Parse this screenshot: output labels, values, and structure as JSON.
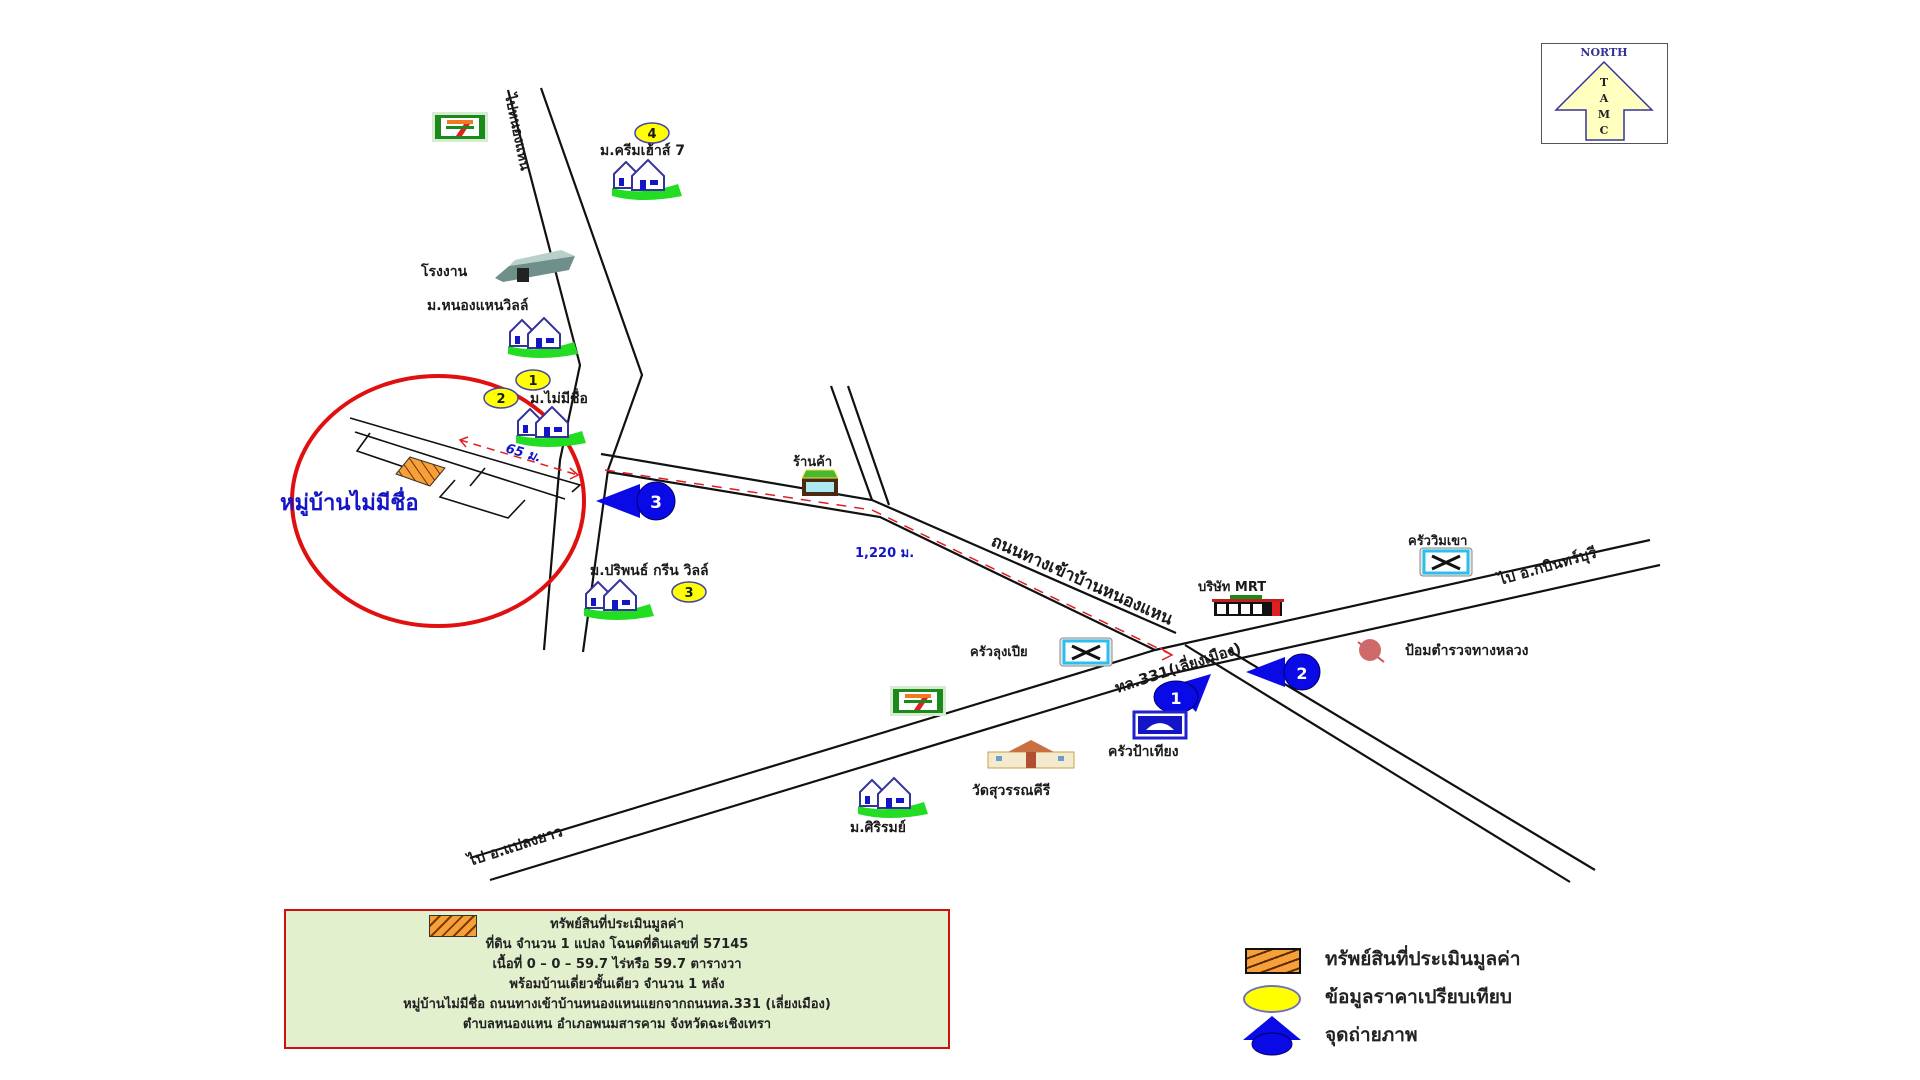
{
  "north_arrow": {
    "title": "NORTH",
    "letters": [
      "T",
      "A",
      "M",
      "C"
    ]
  },
  "roads": {
    "north_road": "ไปหนองแหน",
    "access_road": "ถนนทางเข้าบ้านหนองแหน",
    "highway": "ทล.331(เลี่ยงเมือง)",
    "to_east": "ไป อ.กบินทร์บุรี",
    "to_west": "ไป อ.แปลงยาว"
  },
  "subject": {
    "village_label": "หมู่บ้านไม่มีชื่อ",
    "distance_short": "65 ม.",
    "distance_long": "1,220 ม."
  },
  "landmarks": {
    "seven_eleven_top": "7-Eleven",
    "village_4": "ม.ครีมเฮ้าส์ 7",
    "factory": "โรงงาน",
    "village_nongnhaen": "ม.หนองแหนวิลล์",
    "village_unnamed": "ม.ไม่มีชื่อ",
    "shop": "ร้านค้า",
    "village_3": "ม.ปริพนธ์ กรีน วิลล์",
    "restaurant_rimkhao": "ครัววิมเขา",
    "company_mrt": "บริษัท MRT",
    "restaurant_lungpia": "ครัวลุงเปีย",
    "police": "ป้อมตำรวจทางหลวง",
    "seven_eleven_bottom": "7-Eleven",
    "restaurant_panteong": "ครัวป้าเทียง",
    "temple": "วัดสุวรรณคีรี",
    "village_siri": "ม.ศิริรมย์"
  },
  "comparables": [
    "1",
    "2",
    "3",
    "4"
  ],
  "photo_points": [
    "1",
    "2",
    "3"
  ],
  "info_box": {
    "title": "ทรัพย์สินที่ประเมินมูลค่า",
    "lines": [
      "ที่ดิน  จำนวน 1 แปลง โฉนดที่ดินเลขที่ 57145",
      "เนื้อที่ 0 – 0 – 59.7 ไร่หรือ 59.7  ตารางวา",
      "พร้อมบ้านเดี่ยวชั้นเดียว  จำนวน  1 หลัง",
      "หมู่บ้านไม่มีชื่อ  ถนนทางเข้าบ้านหนองแหนแยกจากถนนทล.331 (เลี่ยงเมือง)",
      "ตำบลหนองแหน อำเภอพนมสารคาม จังหวัดฉะเชิงเทรา"
    ]
  },
  "legend": [
    {
      "icon": "hatched-parcel-icon",
      "label": "ทรัพย์สินที่ประเมินมูลค่า"
    },
    {
      "icon": "yellow-ellipse-icon",
      "label": "ข้อมูลราคาเปรียบเทียบ"
    },
    {
      "icon": "blue-arrow-icon",
      "label": "จุดถ่ายภาพ"
    }
  ],
  "colors": {
    "subject_parcel": "#f7a03a",
    "comparable": "#ffff00",
    "photo_point": "#0a0ae6",
    "highlight_circle": "#e01010",
    "distance_line": "#e02020",
    "info_bg": "#e3f0cd"
  }
}
